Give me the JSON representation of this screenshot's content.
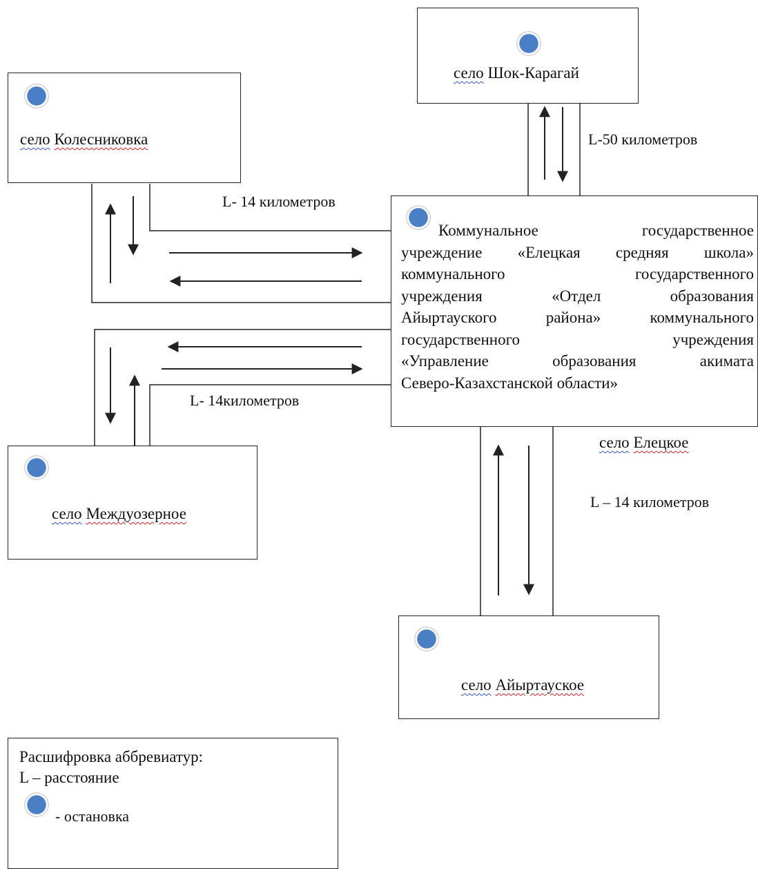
{
  "nodes": {
    "kolesnikovka": {
      "label_prefix": "село",
      "label_name": "Колесниковка"
    },
    "shok_karagai": {
      "label_prefix": "село",
      "label_name": "Шок-Карагай"
    },
    "mezhduozernoe": {
      "label_prefix": "село",
      "label_name": "Междуозерное"
    },
    "aiyrtauskoe": {
      "label_prefix": "село",
      "label_name": "Айыртауское"
    },
    "school": {
      "lines": [
        "Коммунальное государственное",
        "учреждение «Елецкая средняя школа»",
        "коммунального государственного",
        "учреждения «Отдел образования",
        "Айыртауского района» коммунального",
        "государственного учреждения",
        "«Управление образования акимата",
        "Северо-Казахстанской области»"
      ],
      "village_prefix": "село",
      "village_name": "Елецкое"
    }
  },
  "distances": {
    "kolesnikovka": "L- 14 километров",
    "shok_karagai": "L-50 километров",
    "mezhduozernoe": "L- 14километров",
    "aiyrtauskoe": "L – 14 километров"
  },
  "legend": {
    "title": "Расшифровка аббревиатур:",
    "distance": "L – расстояние",
    "stop": "- остановка"
  },
  "colors": {
    "stop_marker": "#4a7fc6",
    "line": "#222222"
  }
}
